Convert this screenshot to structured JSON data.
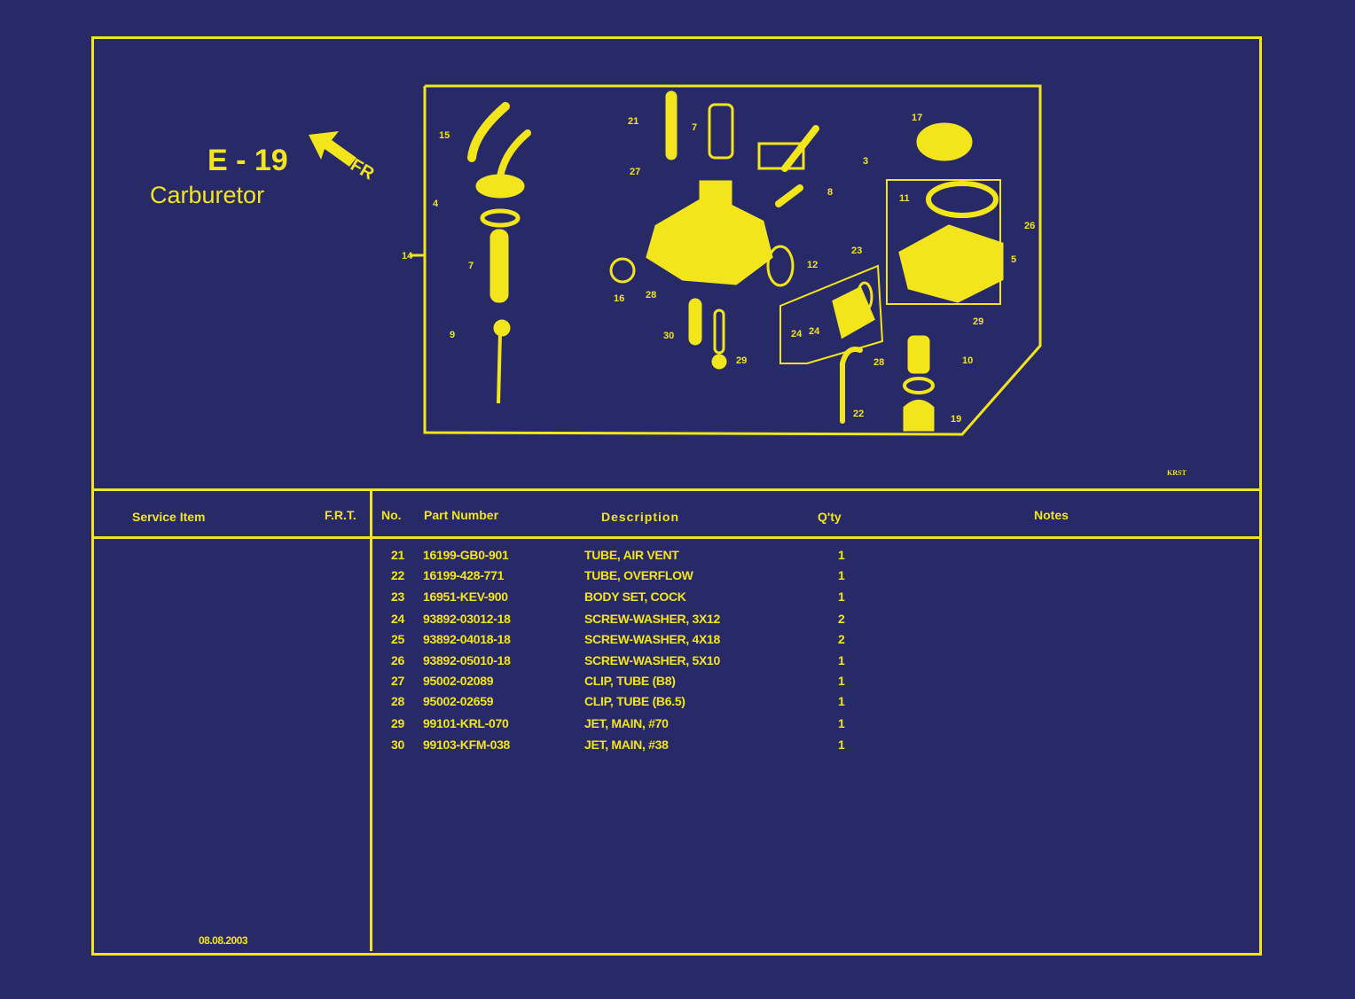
{
  "header": {
    "code": "E - 19",
    "name": "Carburetor",
    "direction_label": "FR",
    "sheet_code": "KRST"
  },
  "diagram": {
    "callouts": [
      "15",
      "4",
      "14",
      "7",
      "9",
      "21",
      "7",
      "27",
      "8",
      "16",
      "28",
      "30",
      "29",
      "17",
      "3",
      "11",
      "26",
      "5",
      "23",
      "12",
      "24",
      "24",
      "22",
      "28",
      "29",
      "10",
      "19"
    ]
  },
  "table": {
    "headers": {
      "service_item": "Service Item",
      "frt": "F.R.T.",
      "no": "No.",
      "part_number": "Part Number",
      "description": "Description",
      "qty": "Q'ty",
      "notes": "Notes"
    },
    "rows": [
      {
        "no": "21",
        "part": "16199-GB0-901",
        "desc": "TUBE, AIR VENT",
        "qty": "1"
      },
      {
        "no": "22",
        "part": "16199-428-771",
        "desc": "TUBE, OVERFLOW",
        "qty": "1"
      },
      {
        "no": "23",
        "part": "16951-KEV-900",
        "desc": "BODY SET, COCK",
        "qty": "1"
      },
      {
        "no": "24",
        "part": "93892-03012-18",
        "desc": "SCREW-WASHER, 3X12",
        "qty": "2"
      },
      {
        "no": "25",
        "part": "93892-04018-18",
        "desc": "SCREW-WASHER, 4X18",
        "qty": "2"
      },
      {
        "no": "26",
        "part": "93892-05010-18",
        "desc": "SCREW-WASHER, 5X10",
        "qty": "1"
      },
      {
        "no": "27",
        "part": "95002-02089",
        "desc": "CLIP, TUBE (B8)",
        "qty": "1"
      },
      {
        "no": "28",
        "part": "95002-02659",
        "desc": "CLIP, TUBE (B6.5)",
        "qty": "1"
      },
      {
        "no": "29",
        "part": "99101-KRL-070",
        "desc": "JET, MAIN, #70",
        "qty": "1"
      },
      {
        "no": "30",
        "part": "99103-KFM-038",
        "desc": "JET, MAIN, #38",
        "qty": "1"
      }
    ]
  },
  "footer": {
    "date": "08.08.2003"
  },
  "colors": {
    "background": "#272a66",
    "ink": "#f3e51c"
  }
}
